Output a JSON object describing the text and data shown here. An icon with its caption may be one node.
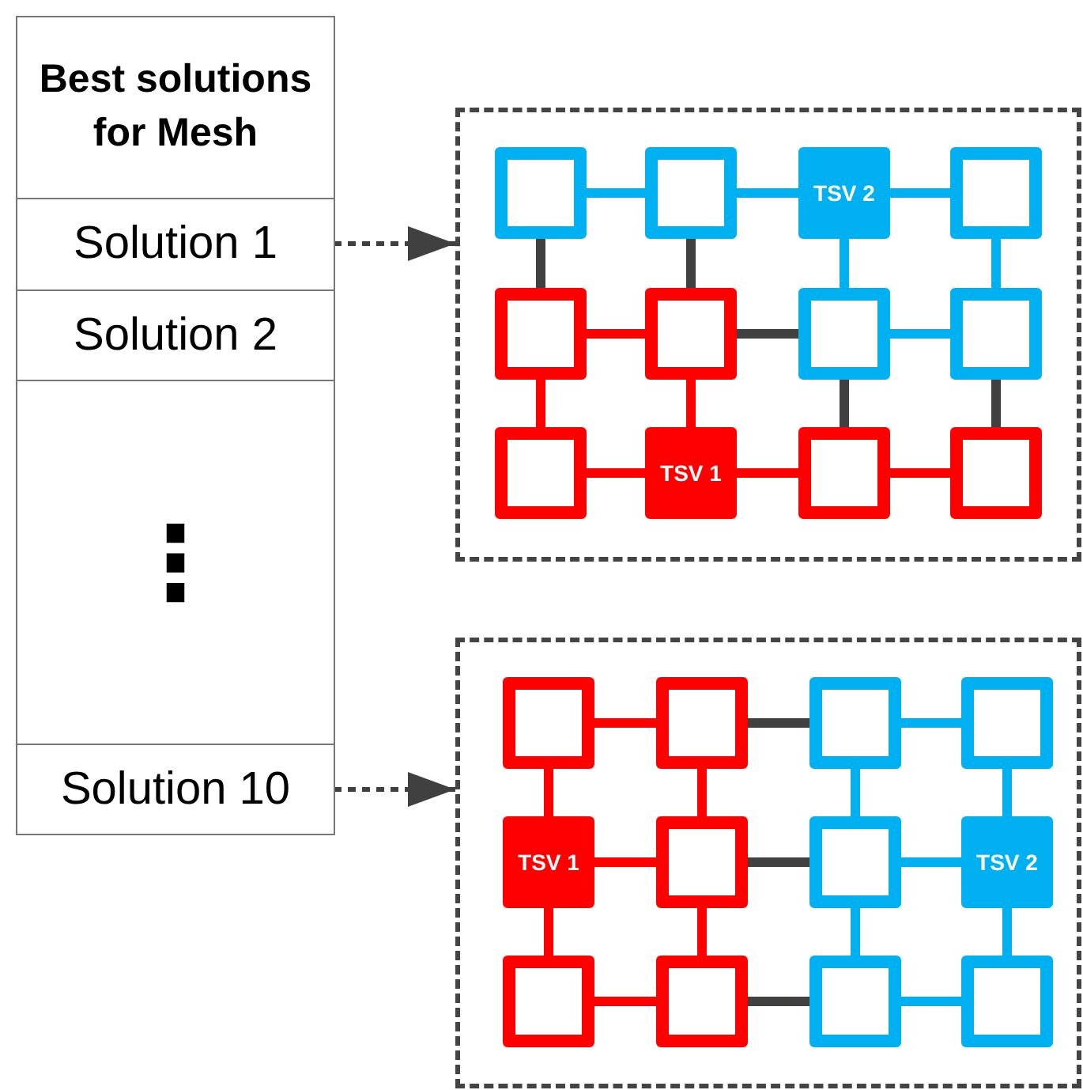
{
  "diagram": {
    "nodes": [
      {
        "text": [
          "Best solutions for Mesh"
        ]
      },
      {
        "text": [
          "Solution 1"
        ],
        "in": 0
      },
      {
        "text": [
          "Solution 2"
        ],
        "in": 0
      },
      {
        "text": [
          "Solution 10"
        ],
        "in": 0
      },
      {
        "text": [],
        "shape": "box"
      },
      {
        "text": [],
        "shape": "box",
        "in": 4
      },
      {
        "text": [],
        "shape": "box",
        "in": 4
      },
      {
        "text": [
          "TSV 2"
        ],
        "in": 4
      },
      {
        "text": [],
        "shape": "box",
        "in": 4
      },
      {
        "text": [],
        "shape": "box",
        "in": 4
      },
      {
        "text": [],
        "shape": "box",
        "in": 4
      },
      {
        "text": [],
        "shape": "box",
        "in": 4
      },
      {
        "text": [],
        "shape": "box",
        "in": 4
      },
      {
        "text": [],
        "shape": "box",
        "in": 4
      },
      {
        "text": [
          "TSV 1"
        ],
        "in": 4
      },
      {
        "text": [],
        "shape": "box",
        "in": 4
      },
      {
        "text": [],
        "shape": "box",
        "in": 4
      },
      {
        "text": [],
        "shape": "box"
      },
      {
        "text": [],
        "shape": "box",
        "in": 17
      },
      {
        "text": [],
        "shape": "box",
        "in": 17
      },
      {
        "text": [],
        "shape": "box",
        "in": 17
      },
      {
        "text": [],
        "shape": "box",
        "in": 17
      },
      {
        "text": [
          "TSV 1"
        ],
        "in": 17
      },
      {
        "text": [],
        "shape": "box",
        "in": 17
      },
      {
        "text": [],
        "shape": "box",
        "in": 17
      },
      {
        "text": [
          "TSV 2"
        ],
        "in": 17
      },
      {
        "text": [],
        "shape": "box",
        "in": 17
      },
      {
        "text": [],
        "shape": "box",
        "in": 17
      },
      {
        "text": [],
        "shape": "box",
        "in": 17
      },
      {
        "text": [],
        "shape": "box",
        "in": 17
      }
    ],
    "edges": [
      {
        "from": 1,
        "to": 4,
        "arrow": "to",
        "style": "dashed",
        "color": "#404040"
      },
      {
        "from": 3,
        "to": 17,
        "arrow": "to",
        "style": "dashed",
        "color": "#404040"
      },
      {
        "from": 5,
        "to": 6,
        "arrow": "none",
        "color": "#00b0f0"
      },
      {
        "from": 6,
        "to": 7,
        "arrow": "none",
        "color": "#00b0f0"
      },
      {
        "from": 7,
        "to": 8,
        "arrow": "none",
        "color": "#00b0f0"
      },
      {
        "from": 5,
        "to": 9,
        "arrow": "none",
        "color": "#404040"
      },
      {
        "from": 6,
        "to": 10,
        "arrow": "none",
        "color": "#404040"
      },
      {
        "from": 7,
        "to": 11,
        "arrow": "none",
        "color": "#00b0f0"
      },
      {
        "from": 8,
        "to": 12,
        "arrow": "none",
        "color": "#00b0f0"
      },
      {
        "from": 9,
        "to": 10,
        "arrow": "none",
        "color": "#ff0000"
      },
      {
        "from": 10,
        "to": 11,
        "arrow": "none",
        "color": "#404040"
      },
      {
        "from": 11,
        "to": 12,
        "arrow": "none",
        "color": "#00b0f0"
      },
      {
        "from": 9,
        "to": 13,
        "arrow": "none",
        "color": "#ff0000"
      },
      {
        "from": 10,
        "to": 14,
        "arrow": "none",
        "color": "#ff0000"
      },
      {
        "from": 11,
        "to": 15,
        "arrow": "none",
        "color": "#404040"
      },
      {
        "from": 12,
        "to": 16,
        "arrow": "none",
        "color": "#404040"
      },
      {
        "from": 13,
        "to": 14,
        "arrow": "none",
        "color": "#ff0000"
      },
      {
        "from": 14,
        "to": 15,
        "arrow": "none",
        "color": "#ff0000"
      },
      {
        "from": 15,
        "to": 16,
        "arrow": "none",
        "color": "#ff0000"
      },
      {
        "from": 18,
        "to": 19,
        "arrow": "none",
        "color": "#ff0000"
      },
      {
        "from": 19,
        "to": 20,
        "arrow": "none",
        "color": "#404040"
      },
      {
        "from": 20,
        "to": 21,
        "arrow": "none",
        "color": "#00b0f0"
      },
      {
        "from": 18,
        "to": 22,
        "arrow": "none",
        "color": "#ff0000"
      },
      {
        "from": 19,
        "to": 23,
        "arrow": "none",
        "color": "#ff0000"
      },
      {
        "from": 20,
        "to": 24,
        "arrow": "none",
        "color": "#00b0f0"
      },
      {
        "from": 21,
        "to": 25,
        "arrow": "none",
        "color": "#00b0f0"
      },
      {
        "from": 22,
        "to": 23,
        "arrow": "none",
        "color": "#ff0000"
      },
      {
        "from": 23,
        "to": 24,
        "arrow": "none",
        "color": "#404040"
      },
      {
        "from": 24,
        "to": 25,
        "arrow": "none",
        "color": "#00b0f0"
      },
      {
        "from": 22,
        "to": 26,
        "arrow": "none",
        "color": "#ff0000"
      },
      {
        "from": 23,
        "to": 27,
        "arrow": "none",
        "color": "#ff0000"
      },
      {
        "from": 24,
        "to": 28,
        "arrow": "none",
        "color": "#00b0f0"
      },
      {
        "from": 25,
        "to": 29,
        "arrow": "none",
        "color": "#00b0f0"
      },
      {
        "from": 26,
        "to": 27,
        "arrow": "none",
        "color": "#ff0000"
      },
      {
        "from": 27,
        "to": 28,
        "arrow": "none",
        "color": "#404040"
      },
      {
        "from": 28,
        "to": 29,
        "arrow": "none",
        "color": "#00b0f0"
      }
    ],
    "labels": [
      "⋮"
    ]
  }
}
